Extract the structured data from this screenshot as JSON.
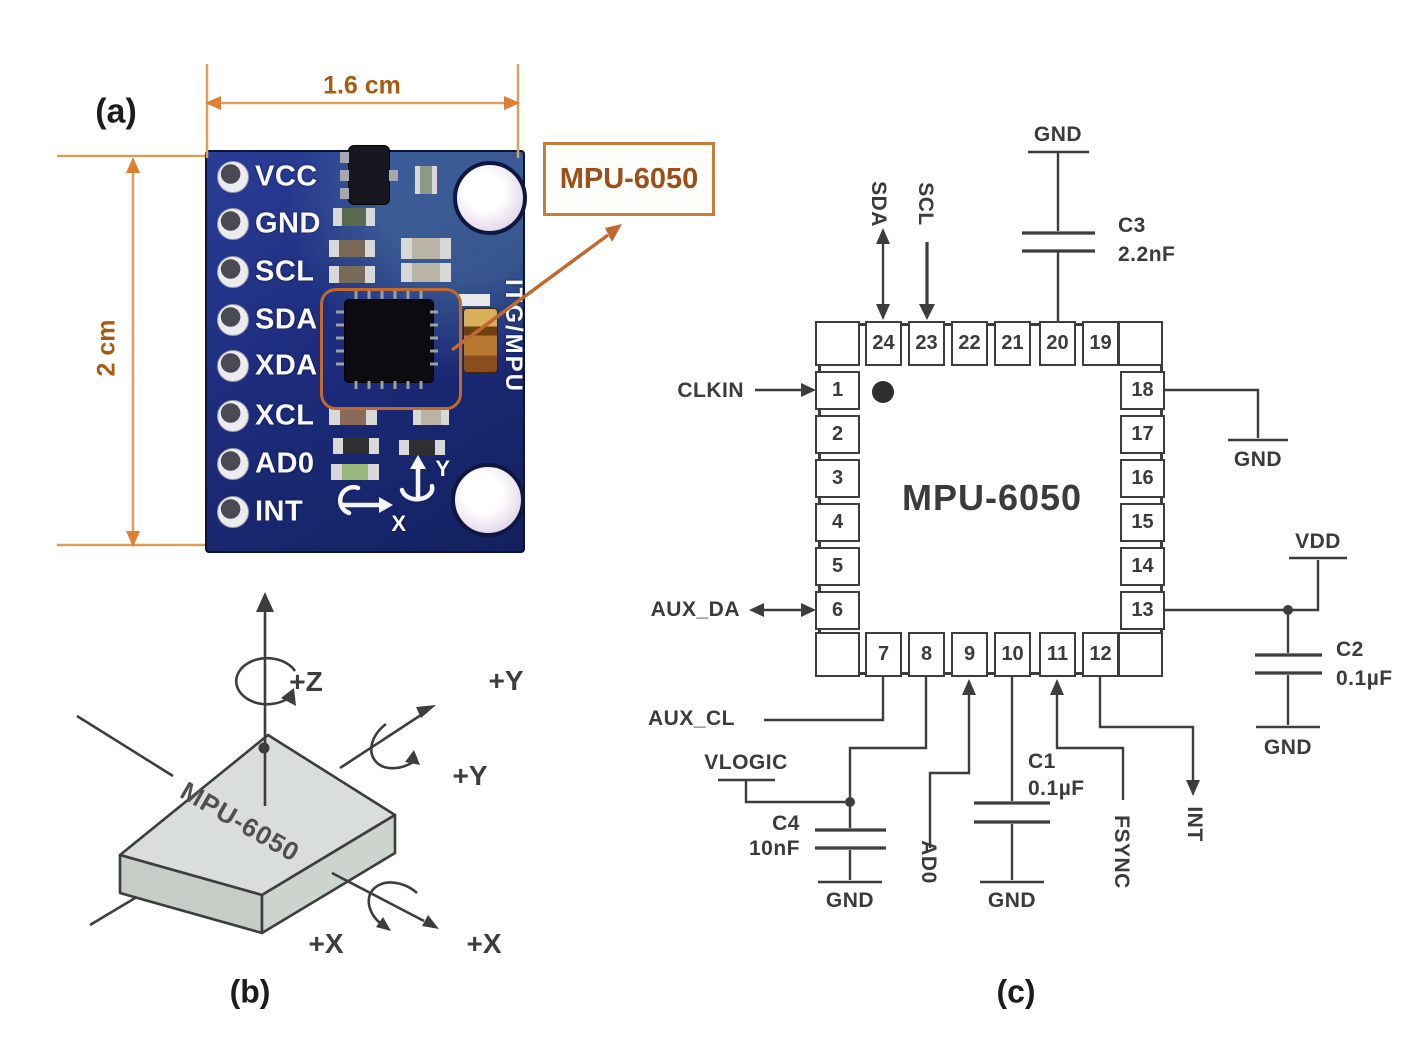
{
  "panels": {
    "a": "(a)",
    "b": "(b)",
    "c": "(c)"
  },
  "board": {
    "width_dim": "1.6 cm",
    "height_dim": "2 cm",
    "callout": "MPU-6050",
    "silk": "ITG/MPU",
    "pins": [
      "VCC",
      "GND",
      "SCL",
      "SDA",
      "XDA",
      "XCL",
      "AD0",
      "INT"
    ],
    "axis_x": "X",
    "axis_y": "Y"
  },
  "axes": {
    "chip": "MPU-6050",
    "z": "+Z",
    "y_lin": "+Y",
    "y_rot": "+Y",
    "x_lin": "+X",
    "x_rot": "+X"
  },
  "schematic": {
    "chip": "MPU-6050",
    "pins_top": [
      "24",
      "23",
      "22",
      "21",
      "20",
      "19"
    ],
    "pins_left": [
      "1",
      "2",
      "3",
      "4",
      "5",
      "6"
    ],
    "pins_right": [
      "18",
      "17",
      "16",
      "15",
      "14",
      "13"
    ],
    "pins_bottom": [
      "7",
      "8",
      "9",
      "10",
      "11",
      "12"
    ],
    "sda": "SDA",
    "scl": "SCL",
    "clkin": "CLKIN",
    "aux_da": "AUX_DA",
    "aux_cl": "AUX_CL",
    "vlogic": "VLOGIC",
    "ad0": "AD0",
    "fsync": "FSYNC",
    "int": "INT",
    "vdd": "VDD",
    "gnd": "GND",
    "c1": {
      "name": "C1",
      "value": "0.1µF"
    },
    "c2": {
      "name": "C2",
      "value": "0.1µF"
    },
    "c3": {
      "name": "C3",
      "value": "2.2nF"
    },
    "c4": {
      "name": "C4",
      "value": "10nF"
    }
  },
  "colors": {
    "accent_orange": "#c06a30",
    "dim_line": "#d9a05c",
    "dim_text": "#a85c12",
    "board_navy": "#1d2c7c",
    "schematic_line": "#3d3d3d"
  }
}
